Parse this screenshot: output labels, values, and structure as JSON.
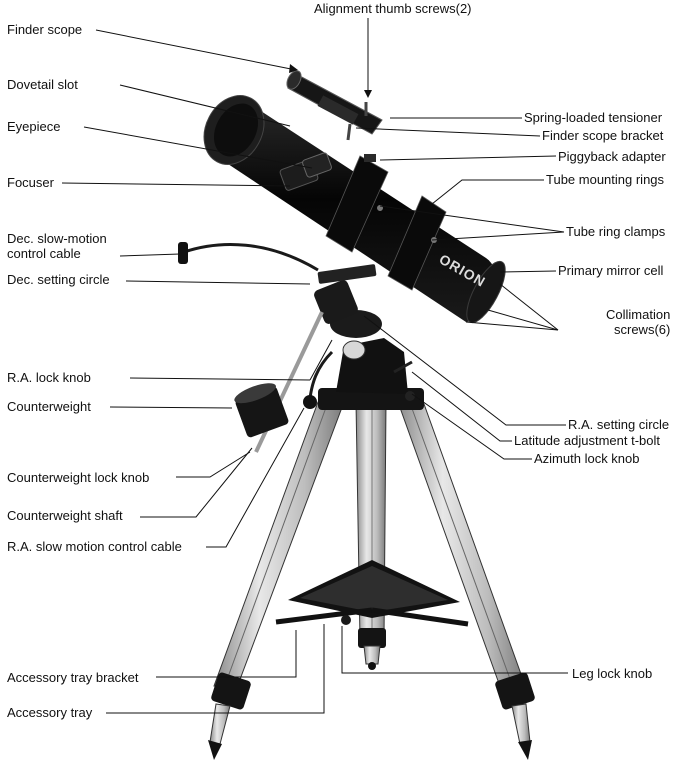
{
  "labels": {
    "alignment_thumb_screws": "Alignment thumb screws(2)",
    "finder_scope": "Finder scope",
    "dovetail_slot": "Dovetail slot",
    "eyepiece": "Eyepiece",
    "focuser": "Focuser",
    "dec_slow_motion_line1": "Dec. slow-motion",
    "dec_slow_motion_line2": "control cable",
    "dec_setting_circle": "Dec. setting circle",
    "ra_lock_knob": "R.A. lock knob",
    "counterweight": "Counterweight",
    "counterweight_lock_knob": "Counterweight lock knob",
    "counterweight_shaft": "Counterweight shaft",
    "ra_slow_motion_cable": "R.A. slow motion control cable",
    "accessory_tray_bracket": "Accessory tray bracket",
    "accessory_tray": "Accessory tray",
    "spring_loaded_tensioner": "Spring-loaded tensioner",
    "finder_scope_bracket": "Finder scope bracket",
    "piggyback_adapter": "Piggyback adapter",
    "tube_mounting_rings": "Tube mounting rings",
    "tube_ring_clamps": "Tube ring clamps",
    "primary_mirror_cell": "Primary mirror cell",
    "collimation_line1": "Collimation",
    "collimation_line2": "screws(6)",
    "ra_setting_circle": "R.A. setting circle",
    "latitude_adjustment": "Latitude adjustment t-bolt",
    "azimuth_lock_knob": "Azimuth lock knob",
    "leg_lock_knob": "Leg lock knob"
  },
  "brand_logo": "ORION",
  "colors": {
    "tube": "#0b0b0b",
    "aluminum": "#c9c9c9",
    "line": "#111111"
  }
}
